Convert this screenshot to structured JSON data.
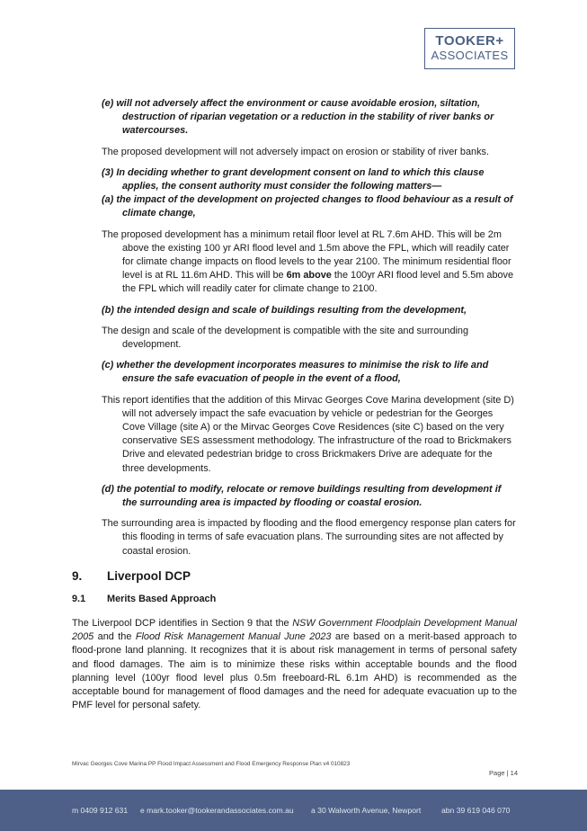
{
  "logo": {
    "line1": "TOOKER+",
    "line2": "ASSOCIATES"
  },
  "sections": {
    "e_crit": "(e)  will not adversely affect the environment or cause avoidable erosion, siltation, destruction of riparian vegetation or a reduction in the stability of river banks or watercourses.",
    "e_body": "The proposed development will not adversely impact on erosion or stability of river banks.",
    "three_crit": "(3)  In deciding whether to grant development consent on land to which this clause applies, the consent authority must consider the following matters—",
    "a_crit": "(a)  the impact of the development on projected changes to flood behaviour as a result of climate change,",
    "a_body_1": "The proposed development has a minimum retail floor level at RL 7.6m AHD. This will be 2m above the existing 100 yr ARI flood level and 1.5m above the FPL, which will readily cater for climate change impacts on flood levels to the year 2100. The minimum residential floor level is at RL 11.6m AHD. This will be ",
    "a_body_bold": "6m above",
    "a_body_2": " the 100yr ARI flood level and 5.5m above the FPL which will readily cater for climate change to 2100.",
    "b_crit": "(b)  the intended design and scale of buildings resulting from the development,",
    "b_body": "The design and scale of the development is compatible with the site and surrounding development.",
    "c_crit": "(c)  whether the development incorporates measures to minimise the risk to life and ensure the safe evacuation of people in the event of a flood,",
    "c_body": "This report identifies that the addition of this Mirvac Georges Cove Marina development (site D) will not adversely impact the safe evacuation by vehicle or pedestrian for the Georges Cove Village (site A) or the Mirvac Georges Cove Residences (site C) based on the very conservative SES assessment methodology. The infrastructure of the road to Brickmakers Drive and elevated pedestrian bridge to cross Brickmakers Drive are adequate for the three developments.",
    "d_crit": "(d)  the potential to modify, relocate or remove buildings resulting from development if the surrounding area is impacted by flooding or coastal erosion.",
    "d_body": "The surrounding area is impacted by flooding and the flood emergency response plan caters for this flooding in terms of safe evacuation plans. The surrounding sites are not affected by coastal erosion."
  },
  "heading9": {
    "num": "9.",
    "title": "Liverpool DCP"
  },
  "heading91": {
    "num": "9.1",
    "title": "Merits Based Approach"
  },
  "para91": {
    "t1": "The Liverpool DCP identifies in Section 9 that the ",
    "i1": "NSW Government Floodplain Development Manual 2005",
    "t2": " and the ",
    "i2": "Flood Risk Management Manual June 2023",
    "t3": " are based on a merit-based approach to flood-prone land planning.  It recognizes that it is about risk management in terms of personal safety and flood damages.  The aim is to minimize these risks within acceptable bounds and the flood planning level (100yr flood level plus 0.5m freeboard-RL 6.1m AHD) is recommended as the acceptable bound for management of flood damages and the need for adequate evacuation up to the PMF level for personal safety."
  },
  "footer": {
    "doc_title": "Mirvac Georges Cove Marina PP Flood Impact Assessment and Flood Emergency Response Plan v4 010823",
    "page": "Page | 14",
    "phone": "m 0409 912 631",
    "email": "e  mark.tooker@tookerandassociates.com.au",
    "address": "a  30 Walworth Avenue, Newport",
    "abn": "abn  39 619 046 070"
  },
  "colors": {
    "brand": "#4e6088",
    "logo": "#4a5f86"
  }
}
